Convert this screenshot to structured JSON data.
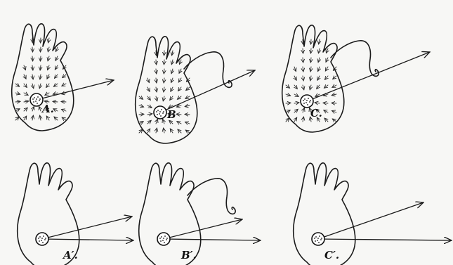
{
  "figure": {
    "panels": [
      {
        "id": "A",
        "label": "A.",
        "variant": "force-field",
        "pseudopod": "none"
      },
      {
        "id": "B",
        "label": "B",
        "variant": "force-field",
        "pseudopod": "extended"
      },
      {
        "id": "C",
        "label": "C.",
        "variant": "force-field",
        "pseudopod": "extended"
      },
      {
        "id": "A2",
        "label": "A′.",
        "variant": "outline",
        "pseudopod": "none"
      },
      {
        "id": "B2",
        "label": "B′.",
        "variant": "outline",
        "pseudopod": "extended"
      },
      {
        "id": "C2",
        "label": "C′.",
        "variant": "outline",
        "pseudopod": "none"
      }
    ]
  }
}
